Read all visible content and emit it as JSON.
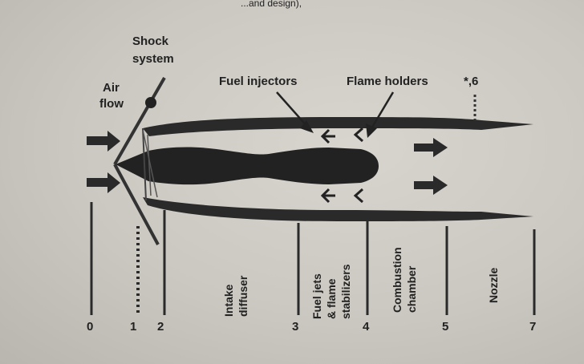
{
  "header_fragment": "...and design),",
  "labels": {
    "shock_line1": "Shock",
    "shock_line2": "system",
    "air_line1": "Air",
    "air_line2": "flow",
    "fuel_injectors": "Fuel injectors",
    "flame_holders": "Flame holders",
    "station_star": "*,6"
  },
  "stations": {
    "s0": "0",
    "s1": "1",
    "s2": "2",
    "s3": "3",
    "s4": "4",
    "s5": "5",
    "s7": "7"
  },
  "sections": {
    "intake_1": "Intake",
    "intake_2": "diffuser",
    "fuel_1": "Fuel jets",
    "fuel_2": "& flame",
    "fuel_3": "stabilizers",
    "comb_1": "Combustion",
    "comb_2": "chamber",
    "nozzle": "Nozzle"
  }
}
